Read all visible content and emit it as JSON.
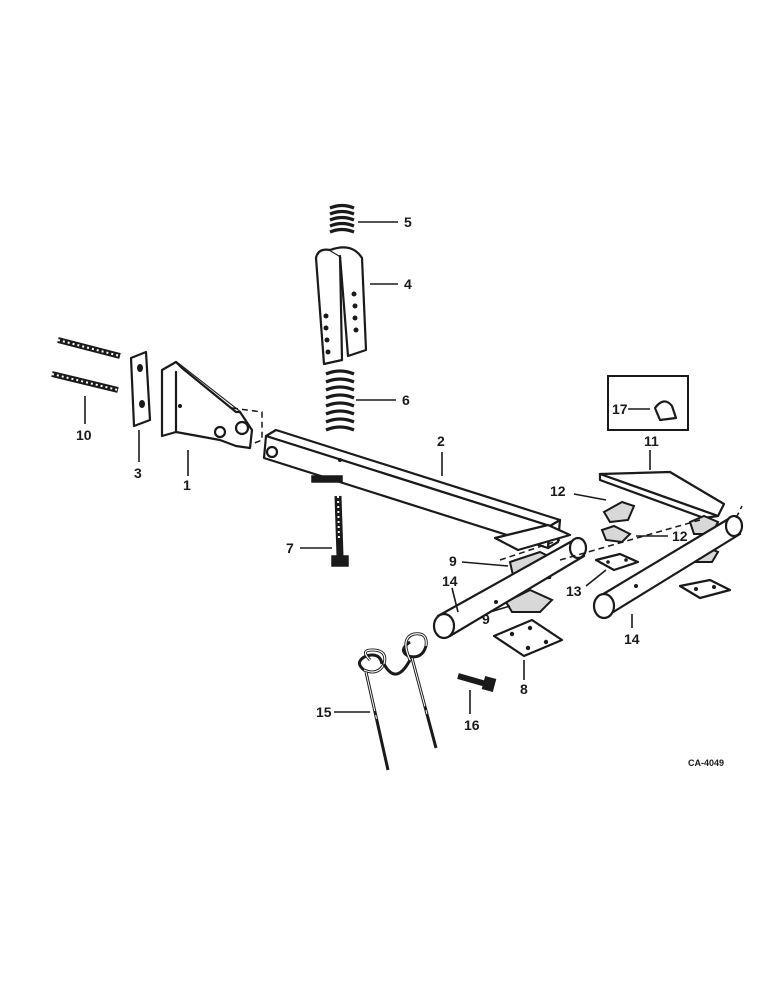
{
  "callouts": {
    "c1": "1",
    "c2": "2",
    "c3": "3",
    "c4": "4",
    "c5": "5",
    "c6": "6",
    "c7": "7",
    "c8": "8",
    "c9a": "9",
    "c9b": "9",
    "c10": "10",
    "c11": "11",
    "c12a": "12",
    "c12b": "12",
    "c13": "13",
    "c14a": "14",
    "c14b": "14",
    "c15": "15",
    "c16": "16",
    "c17": "17"
  },
  "figure_code": "CA-4049"
}
